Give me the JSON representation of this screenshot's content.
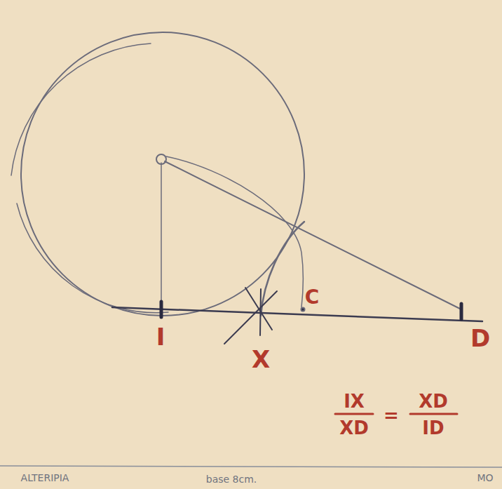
{
  "diagram": {
    "labels": [
      "I",
      "X",
      "C",
      "D",
      "IX",
      "XD",
      "=",
      "XD",
      "ID",
      "ALTERIPIA",
      "base 8cm.",
      "MO"
    ]
  }
}
